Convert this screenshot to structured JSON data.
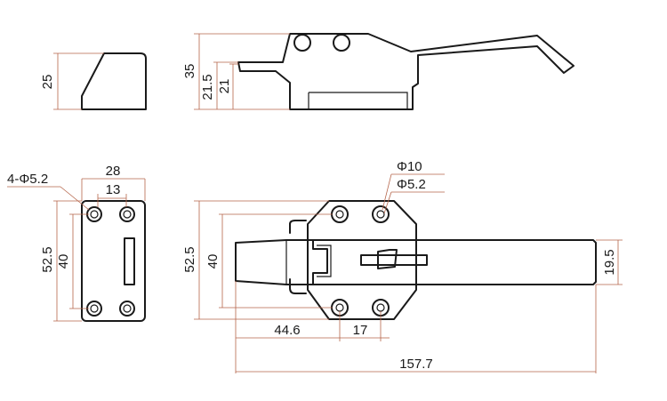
{
  "colors": {
    "outline": "#1a1a1a",
    "dimension_line": "#b5654a",
    "background": "#ffffff"
  },
  "dimensions": {
    "keeper_height": "25",
    "latch_height": "35",
    "hook_height_outer": "21.5",
    "hook_height_inner": "21",
    "hole_spec_keeper": "4-Φ5.2",
    "keeper_width": "28",
    "keeper_hole_spacing": "13",
    "keeper_outer_height": "52.5",
    "keeper_hole_height": "40",
    "large_hole": "Φ10",
    "small_hole": "Φ5.2",
    "base_outer_height": "52.5",
    "base_hole_height": "40",
    "handle_width": "19.5",
    "hole_offset": "44.6",
    "base_hole_spacing": "17",
    "overall_length": "157.7"
  }
}
